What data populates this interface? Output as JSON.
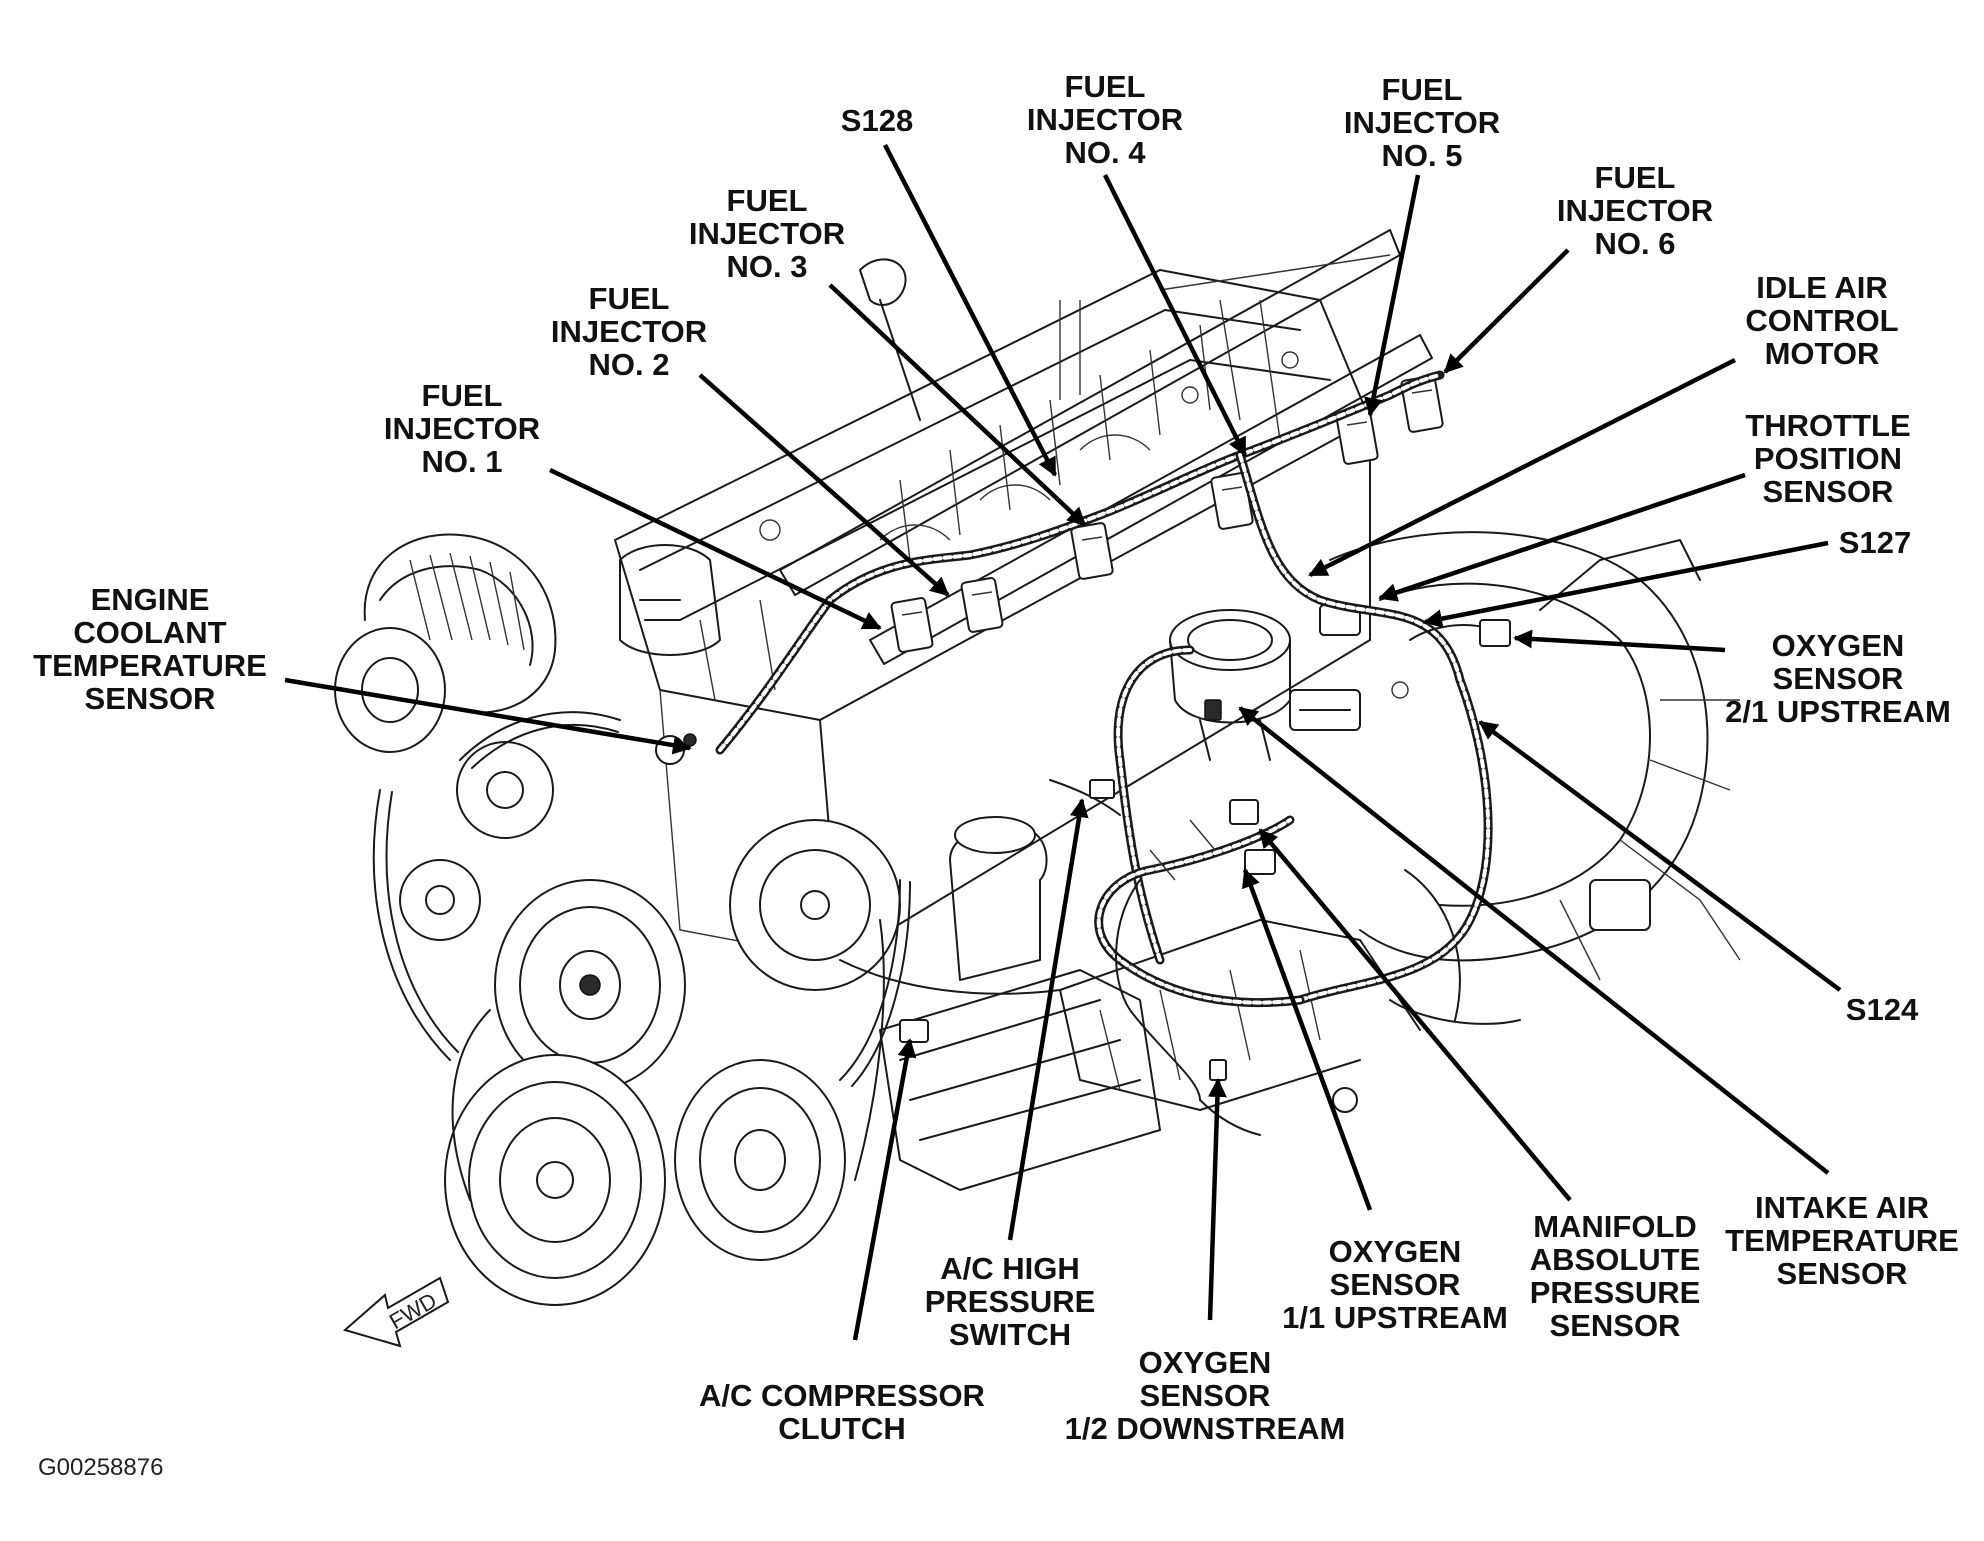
{
  "diagram": {
    "figure_code": "G00258876",
    "forward_indicator": "FWD",
    "labels": {
      "s128": [
        "S128"
      ],
      "fuel_injector_4": [
        "FUEL",
        "INJECTOR",
        "NO. 4"
      ],
      "fuel_injector_5": [
        "FUEL",
        "INJECTOR",
        "NO. 5"
      ],
      "fuel_injector_6": [
        "FUEL",
        "INJECTOR",
        "NO. 6"
      ],
      "fuel_injector_3": [
        "FUEL",
        "INJECTOR",
        "NO. 3"
      ],
      "fuel_injector_2": [
        "FUEL",
        "INJECTOR",
        "NO. 2"
      ],
      "fuel_injector_1": [
        "FUEL",
        "INJECTOR",
        "NO. 1"
      ],
      "idle_air_control_motor": [
        "IDLE AIR",
        "CONTROL",
        "MOTOR"
      ],
      "throttle_position_sensor": [
        "THROTTLE",
        "POSITION",
        "SENSOR"
      ],
      "s127": [
        "S127"
      ],
      "oxygen_sensor_21": [
        "OXYGEN",
        "SENSOR",
        "2/1 UPSTREAM"
      ],
      "engine_coolant_temperature_sensor": [
        "ENGINE",
        "COOLANT",
        "TEMPERATURE",
        "SENSOR"
      ],
      "s124": [
        "S124"
      ],
      "intake_air_temperature_sensor": [
        "INTAKE AIR",
        "TEMPERATURE",
        "SENSOR"
      ],
      "manifold_absolute_pressure_sensor": [
        "MANIFOLD",
        "ABSOLUTE",
        "PRESSURE",
        "SENSOR"
      ],
      "oxygen_sensor_11": [
        "OXYGEN",
        "SENSOR",
        "1/1 UPSTREAM"
      ],
      "ac_high_pressure_switch": [
        "A/C HIGH",
        "PRESSURE",
        "SWITCH"
      ],
      "oxygen_sensor_12": [
        "OXYGEN",
        "SENSOR",
        "1/2 DOWNSTREAM"
      ],
      "ac_compressor_clutch": [
        "A/C COMPRESSOR",
        "CLUTCH"
      ]
    }
  }
}
